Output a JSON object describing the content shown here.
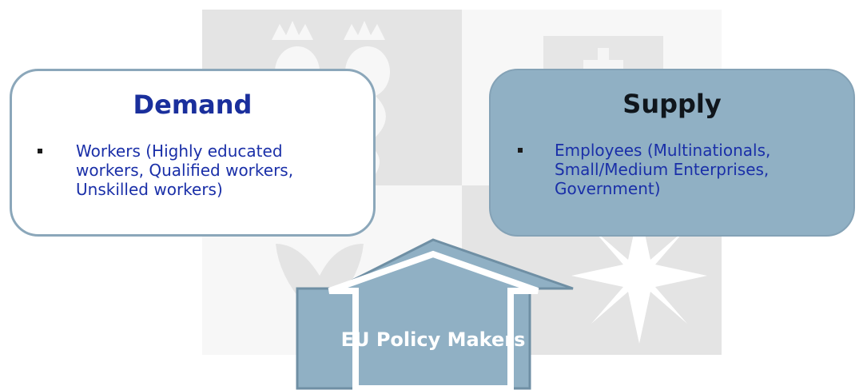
{
  "diagram": {
    "demand": {
      "title": "Demand",
      "items": [
        "Workers (Highly educated workers, Qualified workers, Unskilled workers)"
      ]
    },
    "supply": {
      "title": "Supply",
      "items": [
        "Employees (Multinationals, Small/Medium Enterprises, Government)"
      ]
    },
    "arrow": {
      "label": "EU Policy Makers"
    }
  },
  "colors": {
    "demand_title": "#1a2f9c",
    "supply_fill": "#90b0c4",
    "arrow_fill": "#90b0c4",
    "item_text": "#1a2fa8",
    "border": "#8ba7ba"
  },
  "background_image": "faded heraldic emblem with crowned lions, shield with cross, and eight-pointed star"
}
